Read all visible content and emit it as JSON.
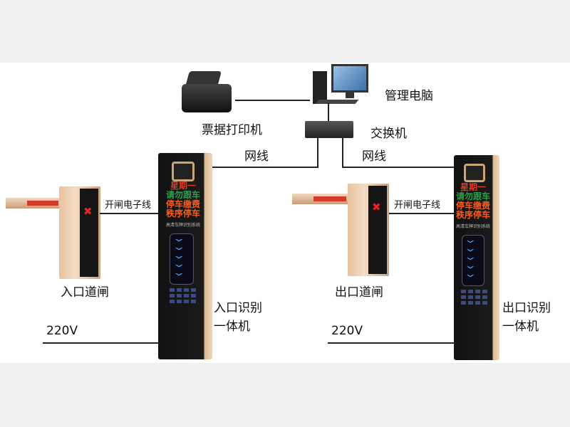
{
  "labels": {
    "printer": "票据打印机",
    "computer": "管理电脑",
    "switch": "交换机",
    "cable_left": "网线",
    "cable_right": "网线",
    "open_wire_left": "开闸电子线",
    "open_wire_right": "开闸电子线",
    "entry_gate": "入口道闸",
    "exit_gate": "出口道闸",
    "entry_unit_1": "入口识别",
    "entry_unit_2": "一体机",
    "exit_unit_1": "出口识别",
    "exit_unit_2": "一体机",
    "power_left": "220V",
    "power_right": "220V"
  },
  "display": {
    "line1": "星期一",
    "line2": "请勿跟车",
    "line3": "停车缴费",
    "line4": "秩序停车",
    "system": "高清车牌识别系统"
  },
  "colors": {
    "red": "#e23a1e",
    "green": "#2fa04a",
    "orange": "#ff5a1a"
  }
}
